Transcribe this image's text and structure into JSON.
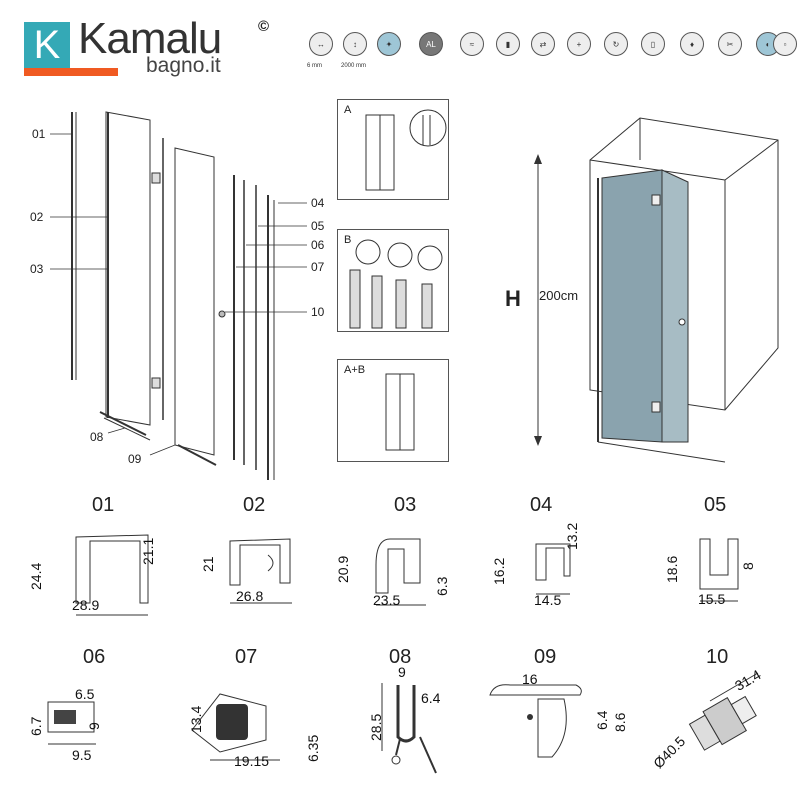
{
  "brand": {
    "logo_letter": "K",
    "name": "Kamalu",
    "copyright": "©",
    "site": "bagno.it",
    "colors": {
      "teal": "#34a9b6",
      "orange": "#f05a22"
    }
  },
  "features": [
    {
      "icon": "glass-thickness-icon",
      "caption": "6 mm"
    },
    {
      "icon": "height-icon",
      "caption": "2000 mm"
    },
    {
      "icon": "easy-clean-glass-icon",
      "caption": ""
    },
    {
      "icon": "aluminium-icon",
      "caption": ""
    },
    {
      "icon": "seal-icon",
      "caption": ""
    },
    {
      "icon": "hinge-icon",
      "caption": ""
    },
    {
      "icon": "reversible-icon",
      "caption": ""
    },
    {
      "icon": "combinable-icon",
      "caption": ""
    },
    {
      "icon": "rotation-icon",
      "caption": ""
    },
    {
      "icon": "wall-profile-icon",
      "caption": ""
    },
    {
      "icon": "handle-icon",
      "caption": ""
    },
    {
      "icon": "tools-icon",
      "caption": ""
    },
    {
      "icon": "water-repellent-icon",
      "caption": ""
    },
    {
      "icon": "installation-icon",
      "caption": ""
    }
  ],
  "parts_labels": [
    "01",
    "02",
    "03",
    "04",
    "05",
    "06",
    "07",
    "08",
    "09",
    "10"
  ],
  "insets": {
    "a": "A",
    "b": "B",
    "ab": "A+B"
  },
  "height": {
    "letter": "H",
    "value": "200cm"
  },
  "profiles": [
    {
      "id": "01",
      "dims": [
        "24.4",
        "21.1",
        "28.9"
      ]
    },
    {
      "id": "02",
      "dims": [
        "21",
        "26.8"
      ]
    },
    {
      "id": "03",
      "dims": [
        "20.9",
        "6.3",
        "23.5"
      ]
    },
    {
      "id": "04",
      "dims": [
        "16.2",
        "13.2",
        "14.5"
      ]
    },
    {
      "id": "05",
      "dims": [
        "18.6",
        "8",
        "15.5"
      ]
    },
    {
      "id": "06",
      "dims": [
        "6.5",
        "6.7",
        "9",
        "9.5"
      ]
    },
    {
      "id": "07",
      "dims": [
        "13.4",
        "19.15",
        "6.35"
      ]
    },
    {
      "id": "08",
      "dims": [
        "9",
        "6.4",
        "28.5"
      ]
    },
    {
      "id": "09",
      "dims": [
        "16",
        "6.4",
        "8.6"
      ]
    },
    {
      "id": "10",
      "dims": [
        "31.4",
        "Ø40.5"
      ]
    }
  ]
}
